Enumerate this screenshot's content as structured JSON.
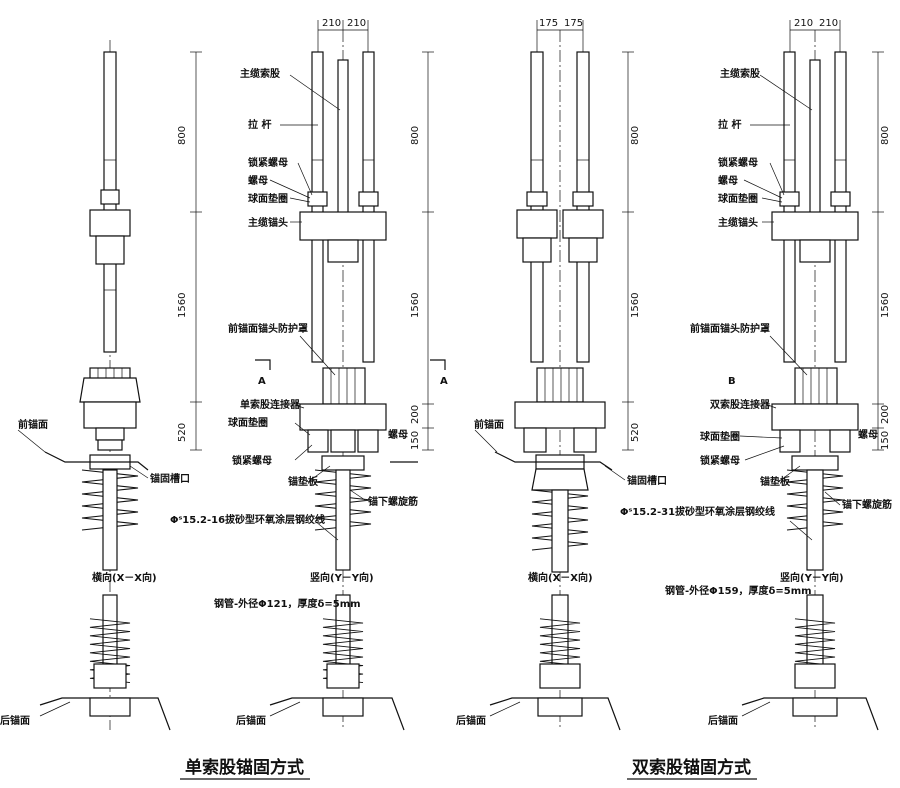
{
  "labels": {
    "main_strand": "主缆索股",
    "tie_rod": "拉 杆",
    "lock_nut": "锁紧螺母",
    "nut": "螺母",
    "spherical_washer": "球面垫圈",
    "cable_anchor_head": "主缆锚头",
    "front_anchor_cover": "前锚面锚头防护罩",
    "single_connector": "单索股连接器",
    "double_connector": "双索股连接器",
    "anchor_plate": "锚垫板",
    "spiral_rebar": "锚下螺旋筋",
    "front_anchor_face": "前锚面",
    "anchor_groove": "锚固槽口",
    "rear_anchor_face": "后锚面",
    "transverse_view": "横向(X－X向)",
    "vertical_view": "竖向(Y－Y向)",
    "strand_single": "Φˢ15.2-16拔砂型环氧涂层钢绞线",
    "strand_double": "Φˢ15.2-31拔砂型环氧涂层钢绞线",
    "pipe_single": "钢管-外径Φ121，厚度δ=5mm",
    "pipe_double": "钢管-外径Φ159，厚度δ=5mm",
    "section_a": "A",
    "section_b": "B"
  },
  "dimensions": {
    "d210": "210",
    "d175": "175",
    "d800": "800",
    "d1560": "1560",
    "d520": "520",
    "d200": "200",
    "d150": "150"
  },
  "titles": {
    "single": "单索股锚固方式",
    "double": "双索股锚固方式"
  }
}
